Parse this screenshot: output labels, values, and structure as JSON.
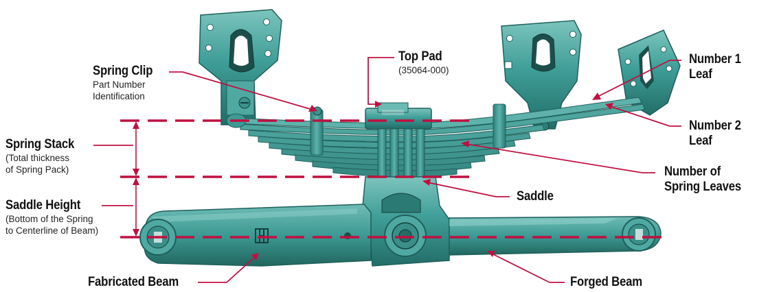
{
  "diagram": {
    "labels": {
      "spring_clip": {
        "title": "Spring Clip",
        "sub_line1": "Part Number",
        "sub_line2": "Identification"
      },
      "top_pad": {
        "title": "Top Pad",
        "sub": "(35064-000)"
      },
      "number_1_leaf": {
        "line1": "Number 1",
        "line2": "Leaf"
      },
      "number_2_leaf": {
        "line1": "Number 2",
        "line2": "Leaf"
      },
      "spring_stack": {
        "title": "Spring Stack",
        "sub_line1": "(Total thickness",
        "sub_line2": "of Spring Pack)"
      },
      "number_of_spring_leaves": {
        "line1": "Number of",
        "line2": "Spring Leaves"
      },
      "saddle": {
        "title": "Saddle"
      },
      "saddle_height": {
        "title": "Saddle Height",
        "sub_line1": "(Bottom of the Spring",
        "sub_line2": "to Centerline of Beam)"
      },
      "fabricated_beam": {
        "title": "Fabricated Beam"
      },
      "forged_beam": {
        "title": "Forged Beam"
      }
    },
    "colors": {
      "part_fill": "#3f9e98",
      "part_dark": "#1f5f5b",
      "part_light": "#7cc4bd",
      "callout": "#c0103f",
      "text": "#111111"
    }
  }
}
